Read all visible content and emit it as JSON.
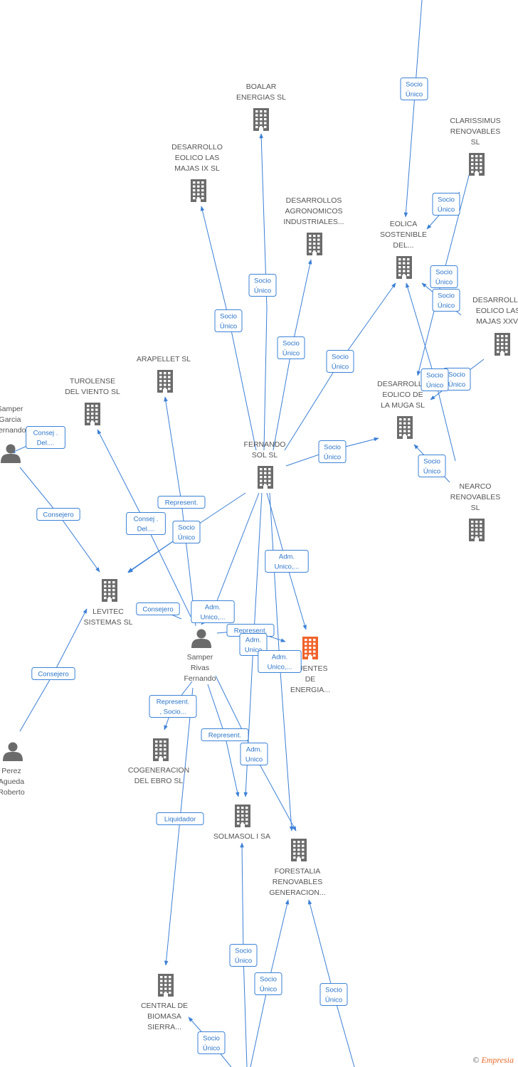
{
  "footer": {
    "copyright": "©",
    "brand": "Empresia"
  },
  "nodes": [
    {
      "id": "boalar",
      "type": "company",
      "label": [
        "BOALAR",
        "ENERGIAS  SL"
      ]
    },
    {
      "id": "desmajas9",
      "type": "company",
      "label": [
        "DESARROLLO",
        "EOLICO LAS",
        "MAJAS IX  SL"
      ]
    },
    {
      "id": "desagro",
      "type": "company",
      "label": [
        "DESARROLLOS",
        "AGRONOMICOS",
        "INDUSTRIALES..."
      ]
    },
    {
      "id": "eolsost",
      "type": "company",
      "label": [
        "EOLICA",
        "SOSTENIBLE",
        "DEL..."
      ]
    },
    {
      "id": "clariss",
      "type": "company",
      "label": [
        "CLARISSIMUS",
        "RENOVABLES",
        "SL"
      ]
    },
    {
      "id": "desmajasxxvi",
      "type": "company",
      "label": [
        "DESARROLLO",
        "EOLICO LAS",
        "MAJAS XXVI"
      ]
    },
    {
      "id": "arapellet",
      "type": "company",
      "label": [
        "ARAPELLET  SL"
      ]
    },
    {
      "id": "turolense",
      "type": "company",
      "label": [
        "TUROLENSE",
        "DEL VIENTO SL"
      ]
    },
    {
      "id": "desmuga",
      "type": "company",
      "label": [
        "DESARROLLO",
        "EOLICO DE",
        "LA MUGA SL"
      ]
    },
    {
      "id": "fernando",
      "type": "company",
      "label": [
        "FERNANDO",
        "SOL SL"
      ]
    },
    {
      "id": "nearco",
      "type": "company",
      "label": [
        "NEARCO",
        "RENOVABLES",
        "SL"
      ]
    },
    {
      "id": "levitec",
      "type": "company",
      "label": [
        "LEVITEC",
        "SISTEMAS  SL"
      ]
    },
    {
      "id": "fuentes",
      "type": "company_main",
      "label": [
        "FUENTES",
        "DE",
        "ENERGIA..."
      ]
    },
    {
      "id": "cogen",
      "type": "company",
      "label": [
        "COGENERACION",
        "DEL EBRO  SL"
      ]
    },
    {
      "id": "solmasol",
      "type": "company",
      "label": [
        "SOLMASOL I SA"
      ]
    },
    {
      "id": "forestalia",
      "type": "company",
      "label": [
        "FORESTALIA",
        "RENOVABLES",
        "GENERACION..."
      ]
    },
    {
      "id": "central",
      "type": "company",
      "label": [
        "CENTRAL DE",
        "BIOMASA",
        "SIERRA..."
      ]
    },
    {
      "id": "sampergarcia",
      "type": "person",
      "label": [
        "Samper",
        "Garcia",
        "Fernando"
      ]
    },
    {
      "id": "samperrivas",
      "type": "person",
      "label": [
        "Samper",
        "Rivas",
        "Fernando"
      ]
    },
    {
      "id": "perez",
      "type": "person",
      "label": [
        "Perez",
        "Agueda",
        "Roberto"
      ]
    }
  ],
  "edges": [
    {
      "id": "e1",
      "label": [
        "Socio",
        "Único"
      ]
    },
    {
      "id": "e2",
      "label": [
        "Socio",
        "Único"
      ]
    },
    {
      "id": "e3",
      "label": [
        "Socio",
        "Único"
      ]
    },
    {
      "id": "e4",
      "label": [
        "Socio",
        "Único"
      ]
    },
    {
      "id": "e5",
      "label": [
        "Socio",
        "Único"
      ]
    },
    {
      "id": "e6",
      "label": [
        "Socio",
        "Único"
      ]
    },
    {
      "id": "e7",
      "label": [
        "Socio",
        "Único"
      ]
    },
    {
      "id": "e8",
      "label": [
        "Socio",
        "Único"
      ]
    },
    {
      "id": "e9",
      "label": [
        "Socio",
        "Único"
      ]
    },
    {
      "id": "e10",
      "label": [
        "Socio",
        "Único"
      ]
    },
    {
      "id": "e11",
      "label": [
        "Socio",
        "Único"
      ]
    },
    {
      "id": "e12",
      "label": [
        "Socio",
        "Único"
      ]
    },
    {
      "id": "e13",
      "label": [
        "Socio",
        "Único"
      ]
    },
    {
      "id": "e14",
      "label": [
        "Consej .",
        "Del...."
      ]
    },
    {
      "id": "e15",
      "label": [
        "Consejero"
      ]
    },
    {
      "id": "e16",
      "label": [
        "Represent."
      ]
    },
    {
      "id": "e17",
      "label": [
        "Consej .",
        "Del...."
      ]
    },
    {
      "id": "e18",
      "label": [
        "Socio",
        "Único"
      ]
    },
    {
      "id": "e19",
      "label": [
        "Adm.",
        "Unico,..."
      ]
    },
    {
      "id": "e20",
      "label": [
        "Consejero"
      ]
    },
    {
      "id": "e21",
      "label": [
        "Adm.",
        "Unico,..."
      ]
    },
    {
      "id": "e22",
      "label": [
        "Represent."
      ]
    },
    {
      "id": "e23",
      "label": [
        "Adm.",
        "Unico"
      ]
    },
    {
      "id": "e24",
      "label": [
        "Adm.",
        "Unico,..."
      ]
    },
    {
      "id": "e25",
      "label": [
        "Consejero"
      ]
    },
    {
      "id": "e26",
      "label": [
        "Represent.",
        ", Socio..."
      ]
    },
    {
      "id": "e27",
      "label": [
        "Represent."
      ]
    },
    {
      "id": "e28",
      "label": [
        "Adm.",
        "Unico"
      ]
    },
    {
      "id": "e29",
      "label": [
        "Liquidador"
      ]
    },
    {
      "id": "e30",
      "label": [
        "Socio",
        "Único"
      ]
    },
    {
      "id": "e31",
      "label": [
        "Socio",
        "Único"
      ]
    },
    {
      "id": "e32",
      "label": [
        "Socio",
        "Único"
      ]
    },
    {
      "id": "e33",
      "label": [
        "Socio",
        "Único"
      ]
    }
  ]
}
